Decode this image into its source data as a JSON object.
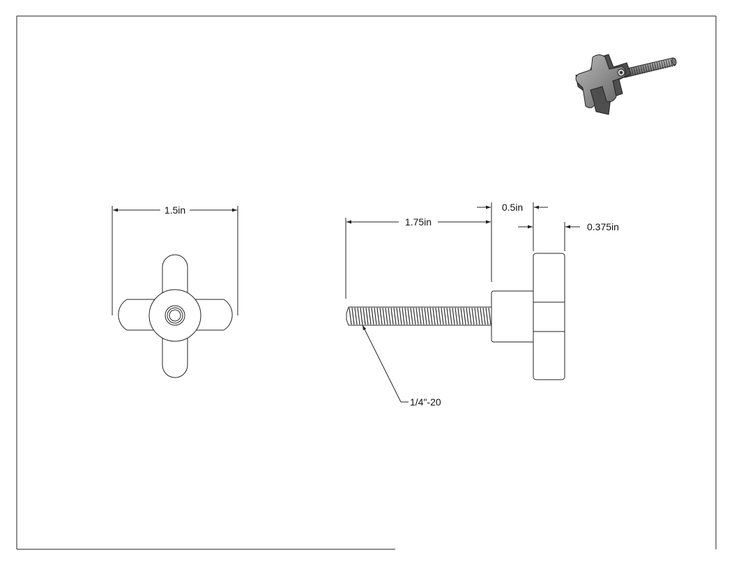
{
  "drawing": {
    "line_color": "#222222",
    "background": "#ffffff",
    "dimensions": {
      "knob_width": "1.5in",
      "screw_length": "1.75in",
      "hub_width": "0.5in",
      "arm_thickness": "0.375in"
    },
    "callouts": {
      "thread_spec": "1/4\"-20"
    },
    "views": {
      "front": "front-view",
      "side": "side-view",
      "isometric": "isometric-view"
    }
  }
}
